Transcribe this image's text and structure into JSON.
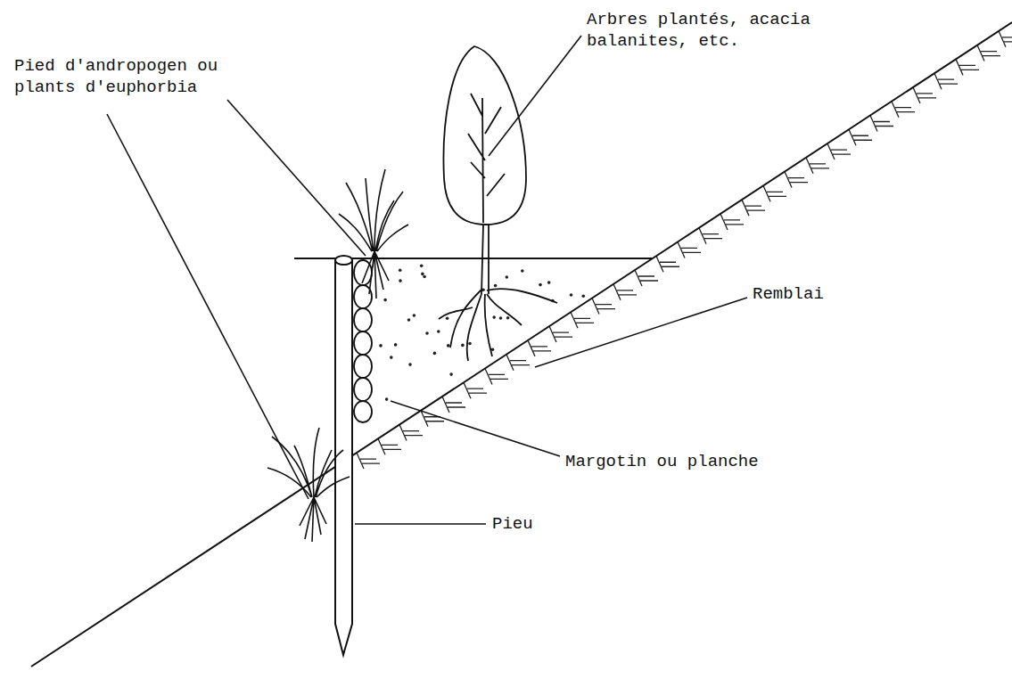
{
  "diagram": {
    "labels": [
      "Pied d'andropogen ou plants d'euphorbia",
      "Arbres plantés, acacia balanites, etc.",
      "Remblai",
      "Margotin ou planche",
      "Pieu"
    ]
  }
}
